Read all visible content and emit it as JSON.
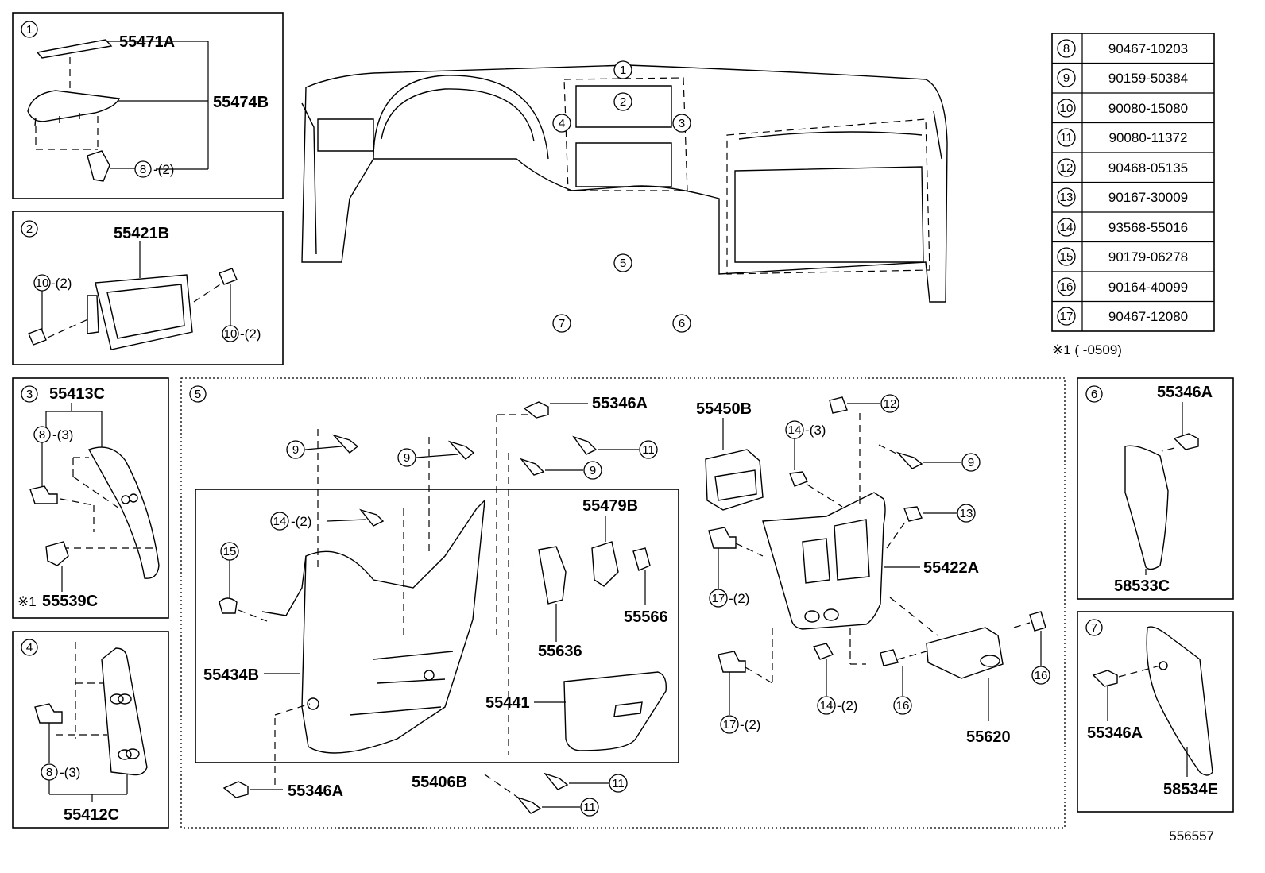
{
  "diagram_id": "556557",
  "footnote": "※1 ( -0509)",
  "parts_table": [
    {
      "ref": "8",
      "part": "90467-10203"
    },
    {
      "ref": "9",
      "part": "90159-50384"
    },
    {
      "ref": "10",
      "part": "90080-15080"
    },
    {
      "ref": "11",
      "part": "90080-11372"
    },
    {
      "ref": "12",
      "part": "90468-05135"
    },
    {
      "ref": "13",
      "part": "90167-30009"
    },
    {
      "ref": "14",
      "part": "93568-55016"
    },
    {
      "ref": "15",
      "part": "90179-06278"
    },
    {
      "ref": "16",
      "part": "90164-40099"
    },
    {
      "ref": "17",
      "part": "90467-12080"
    }
  ],
  "overview_callouts": [
    "1",
    "2",
    "3",
    "4",
    "5",
    "6",
    "7"
  ],
  "panel1": {
    "num": "1",
    "labels": {
      "a": "55471A",
      "b": "55474B",
      "clip": "8",
      "clip_qty": "-(2)"
    }
  },
  "panel2": {
    "num": "2",
    "labels": {
      "a": "55421B",
      "l_ref": "10",
      "l_qty": "-(2)",
      "r_ref": "10",
      "r_qty": "-(2)"
    }
  },
  "panel3": {
    "num": "3",
    "labels": {
      "a": "55413C",
      "clip": "8",
      "clip_qty": "-(3)",
      "b": "55539C",
      "b_mark": "※1"
    }
  },
  "panel4": {
    "num": "4",
    "labels": {
      "clip": "8",
      "clip_qty": "-(3)",
      "a": "55412C"
    }
  },
  "panel5": {
    "num": "5",
    "labels": {
      "p55346A_top": "55346A",
      "p55346A_bot": "55346A",
      "p55450B": "55450B",
      "p55479B": "55479B",
      "p55566": "55566",
      "p55636": "55636",
      "p55434B": "55434B",
      "p55441": "55441",
      "p55406B": "55406B",
      "p55422A": "55422A",
      "p55620": "55620"
    },
    "refs": {
      "r9a": "9",
      "r9b": "9",
      "r9c": "9",
      "r9d": "9",
      "r11a": "11",
      "r11b": "11",
      "r11c": "11",
      "r12": "12",
      "r13": "13",
      "r14a": "14",
      "r14a_qty": "-(2)",
      "r14b": "14",
      "r14b_qty": "-(3)",
      "r14c": "14",
      "r14c_qty": "-(2)",
      "r15": "15",
      "r16a": "16",
      "r16b": "16",
      "r17a": "17",
      "r17a_qty": "-(2)",
      "r17b": "17",
      "r17b_qty": "-(2)"
    }
  },
  "panel6": {
    "num": "6",
    "labels": {
      "a": "55346A",
      "b": "58533C"
    }
  },
  "panel7": {
    "num": "7",
    "labels": {
      "a": "55346A",
      "b": "58534E"
    }
  }
}
